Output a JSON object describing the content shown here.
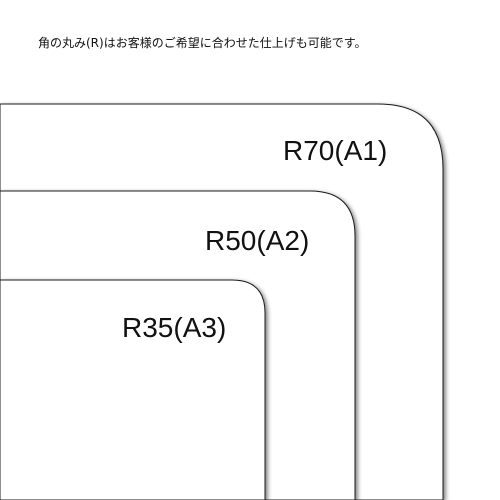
{
  "caption": "角の丸み(R)はお客様のご希望に合わせた仕上げも可能です。",
  "sheets": [
    {
      "label": "R70(A1)",
      "radius": 70,
      "size": "A1"
    },
    {
      "label": "R50(A2)",
      "radius": 50,
      "size": "A2"
    },
    {
      "label": "R35(A3)",
      "radius": 35,
      "size": "A3"
    }
  ],
  "colors": {
    "background": "#ffffff",
    "sheet_stroke": "#1a1a1a",
    "shadow": "#9a9a9a",
    "text": "#111111"
  }
}
